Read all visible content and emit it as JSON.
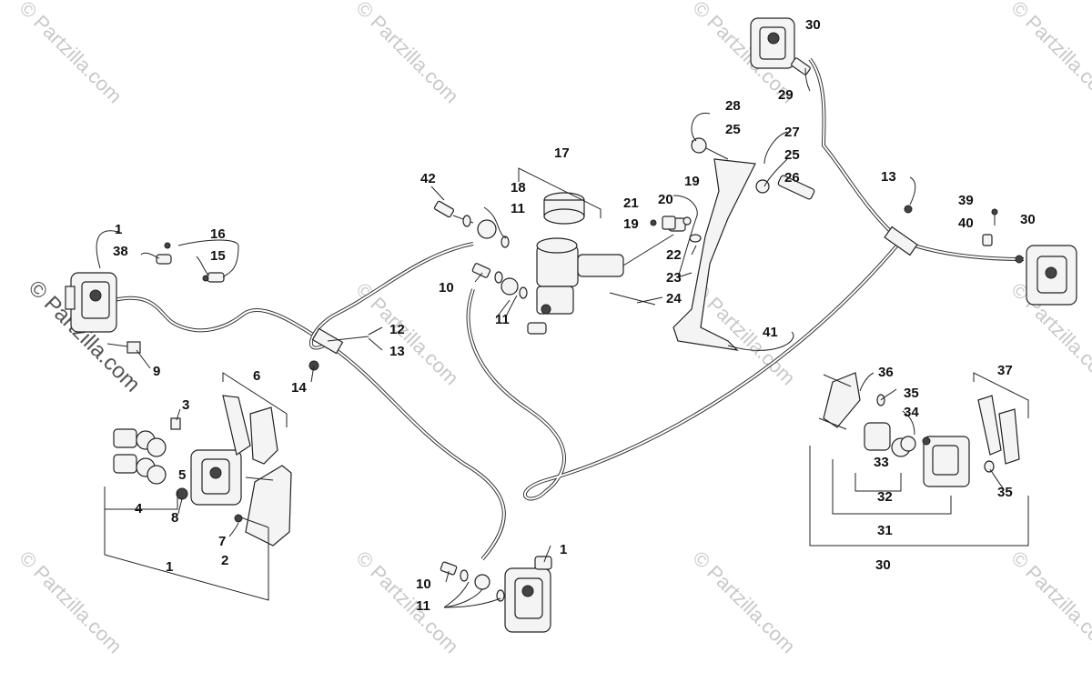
{
  "watermark": {
    "text": "© Partzilla.com",
    "side_text": "© Partzilla.com"
  },
  "callouts": [
    "1",
    "38",
    "16",
    "15",
    "9",
    "3",
    "6",
    "5",
    "4",
    "8",
    "7",
    "2",
    "1",
    "14",
    "12",
    "13",
    "42",
    "17",
    "18",
    "11",
    "10",
    "11",
    "21",
    "20",
    "19",
    "19",
    "22",
    "23",
    "24",
    "28",
    "25",
    "27",
    "25",
    "26",
    "30",
    "29",
    "13",
    "39",
    "40",
    "30",
    "41",
    "36",
    "35",
    "34",
    "37",
    "33",
    "35",
    "32",
    "31",
    "30",
    "10",
    "11",
    "1"
  ]
}
